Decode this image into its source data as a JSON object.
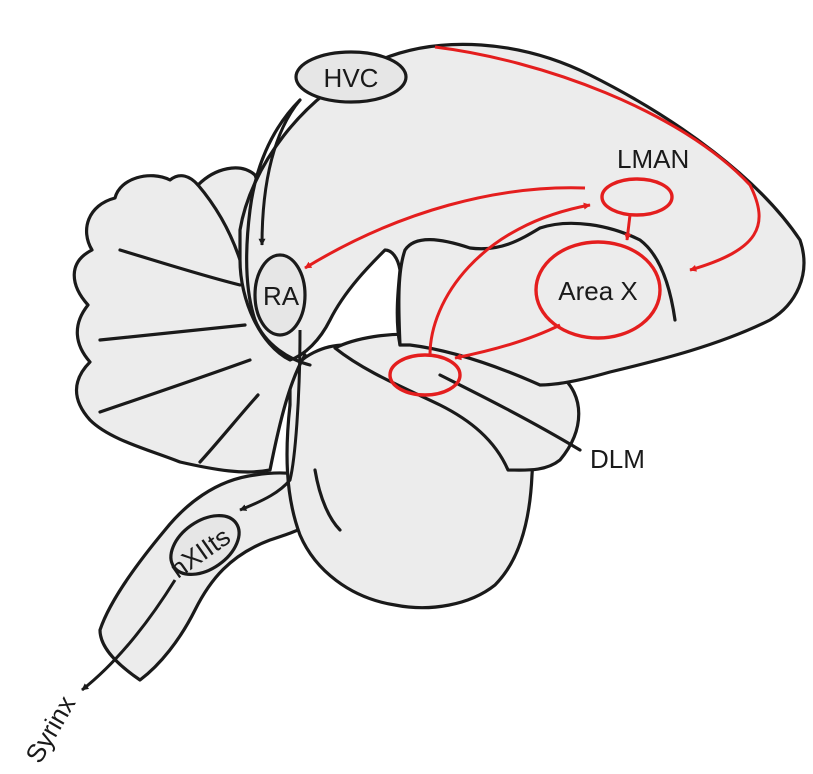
{
  "labels": {
    "hvc": "HVC",
    "lman": "LMAN",
    "area_x": "Area X",
    "ra": "RA",
    "dlm": "DLM",
    "nxiits": "nXIIts",
    "syrinx": "Syrinx"
  },
  "colors": {
    "motor_pathway": "#1a1a1a",
    "anterior_forebrain_pathway": "#e41e1e",
    "tissue_fill": "#ececec"
  }
}
